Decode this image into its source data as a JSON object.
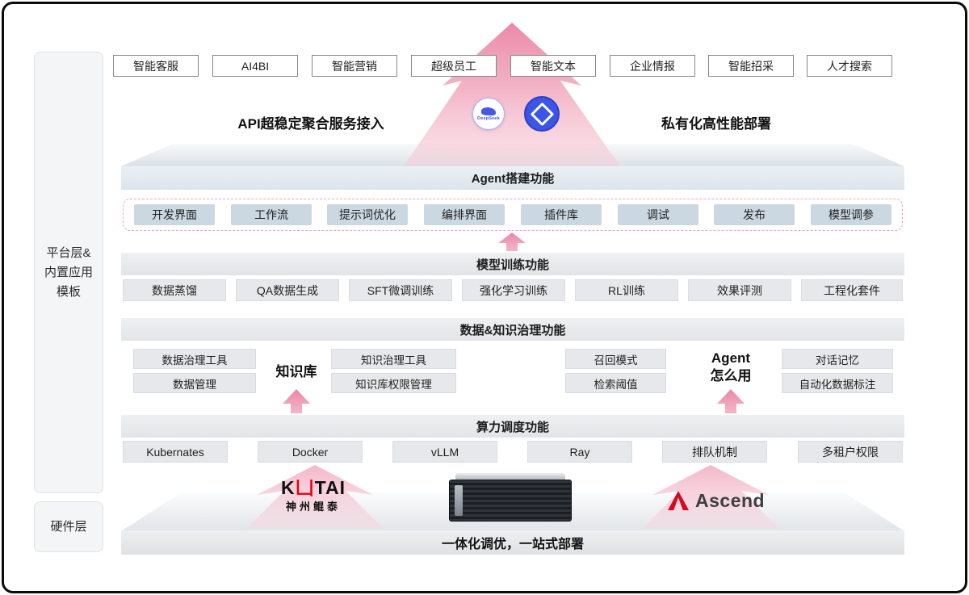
{
  "top_apps": [
    "智能客服",
    "AI4BI",
    "智能营销",
    "超级员工",
    "智能文本",
    "企业情报",
    "智能招采",
    "人才搜索"
  ],
  "access": {
    "left_label": "API超稳定聚合服务接入",
    "right_label": "私有化高性能部署",
    "deepseek_text": "DeepSeek"
  },
  "sidebar": {
    "platform_lines": [
      "平台层&",
      "内置应用",
      "模板"
    ],
    "hardware_label": "硬件层"
  },
  "sections": {
    "agent": {
      "title": "Agent搭建功能",
      "items": [
        "开发界面",
        "工作流",
        "提示词优化",
        "编排界面",
        "插件库",
        "调试",
        "发布",
        "模型调参"
      ]
    },
    "training": {
      "title": "模型训练功能",
      "items": [
        "数据蒸馏",
        "QA数据生成",
        "SFT微调训练",
        "强化学习训练",
        "RL训练",
        "效果评测",
        "工程化套件"
      ]
    },
    "data": {
      "title": "数据&知识治理功能",
      "left": {
        "col1": [
          "数据治理工具",
          "数据管理"
        ],
        "label": "知识库",
        "col2": [
          "知识治理工具",
          "知识库权限管理"
        ]
      },
      "right": {
        "col1": [
          "召回模式",
          "检索阈值"
        ],
        "label_lines": [
          "Agent",
          "怎么用"
        ],
        "col2": [
          "对话记忆",
          "自动化数据标注"
        ]
      }
    },
    "compute": {
      "title": "算力调度功能",
      "items": [
        "Kubernates",
        "Docker",
        "vLLM",
        "Ray",
        "排队机制",
        "多租户权限"
      ]
    }
  },
  "hardware": {
    "kuntai": {
      "prefix": "K",
      "symbol": "凵",
      "suffix": "TAI",
      "subtitle": "神州鲲泰"
    },
    "ascend": {
      "text": "Ascend"
    },
    "banner": "一体化调优，一站式部署"
  },
  "icons": {
    "logo1": "deepseek-whale-logo",
    "logo2": "geometric-knot-logo",
    "ascend_glyph": "slanted-a-logo",
    "arrows": "pink-up-arrows"
  },
  "colors": {
    "arrow_pink": "#ea85a5",
    "dashed_pink": "#f0a6bc",
    "agent_box": "#cbd8e2",
    "gray_box": "#e6e8eb",
    "banner_gray": "#e8ebee",
    "kuntai_red": "#e60012",
    "ascend_red": "#d40b1e"
  }
}
